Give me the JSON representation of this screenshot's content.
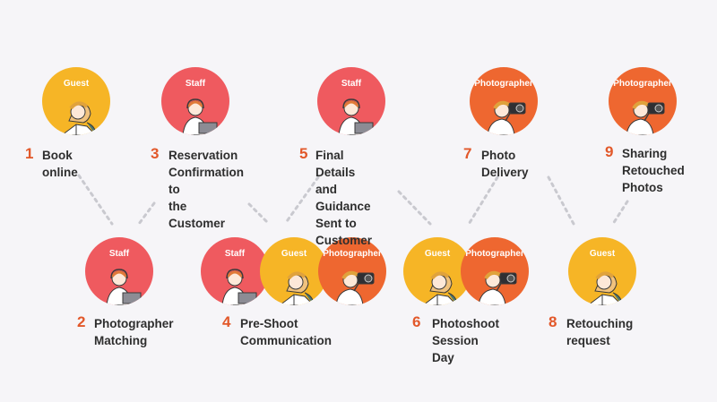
{
  "colors": {
    "guest": "#f6b526",
    "staff": "#ef5a5f",
    "photographer": "#ee6730",
    "number": "#e2582a",
    "connector": "#c9c9cf",
    "text": "#2e2e2e"
  },
  "roles": {
    "guest": "Guest",
    "staff": "Staff",
    "photographer": "Photographer"
  },
  "steps": [
    {
      "num": "1",
      "label": "Book online",
      "roles": [
        "guest"
      ]
    },
    {
      "num": "2",
      "label": "Photographer\nMatching",
      "roles": [
        "staff"
      ]
    },
    {
      "num": "3",
      "label": "Reservation\nConfirmation to\nthe Customer",
      "roles": [
        "staff"
      ]
    },
    {
      "num": "4",
      "label": "Pre-Shoot\nCommunication",
      "roles": [
        "staff",
        "guest",
        "photographer"
      ]
    },
    {
      "num": "5",
      "label": "Final Details and\nGuidance Sent to\nCustomer",
      "roles": [
        "staff"
      ]
    },
    {
      "num": "6",
      "label": "Photoshoot\nSession Day",
      "roles": [
        "guest",
        "photographer"
      ]
    },
    {
      "num": "7",
      "label": "Photo Delivery",
      "roles": [
        "photographer"
      ]
    },
    {
      "num": "8",
      "label": "Retouching\nrequest",
      "roles": [
        "guest"
      ]
    },
    {
      "num": "9",
      "label": "Sharing\nRetouched\nPhotos",
      "roles": [
        "photographer"
      ]
    }
  ]
}
